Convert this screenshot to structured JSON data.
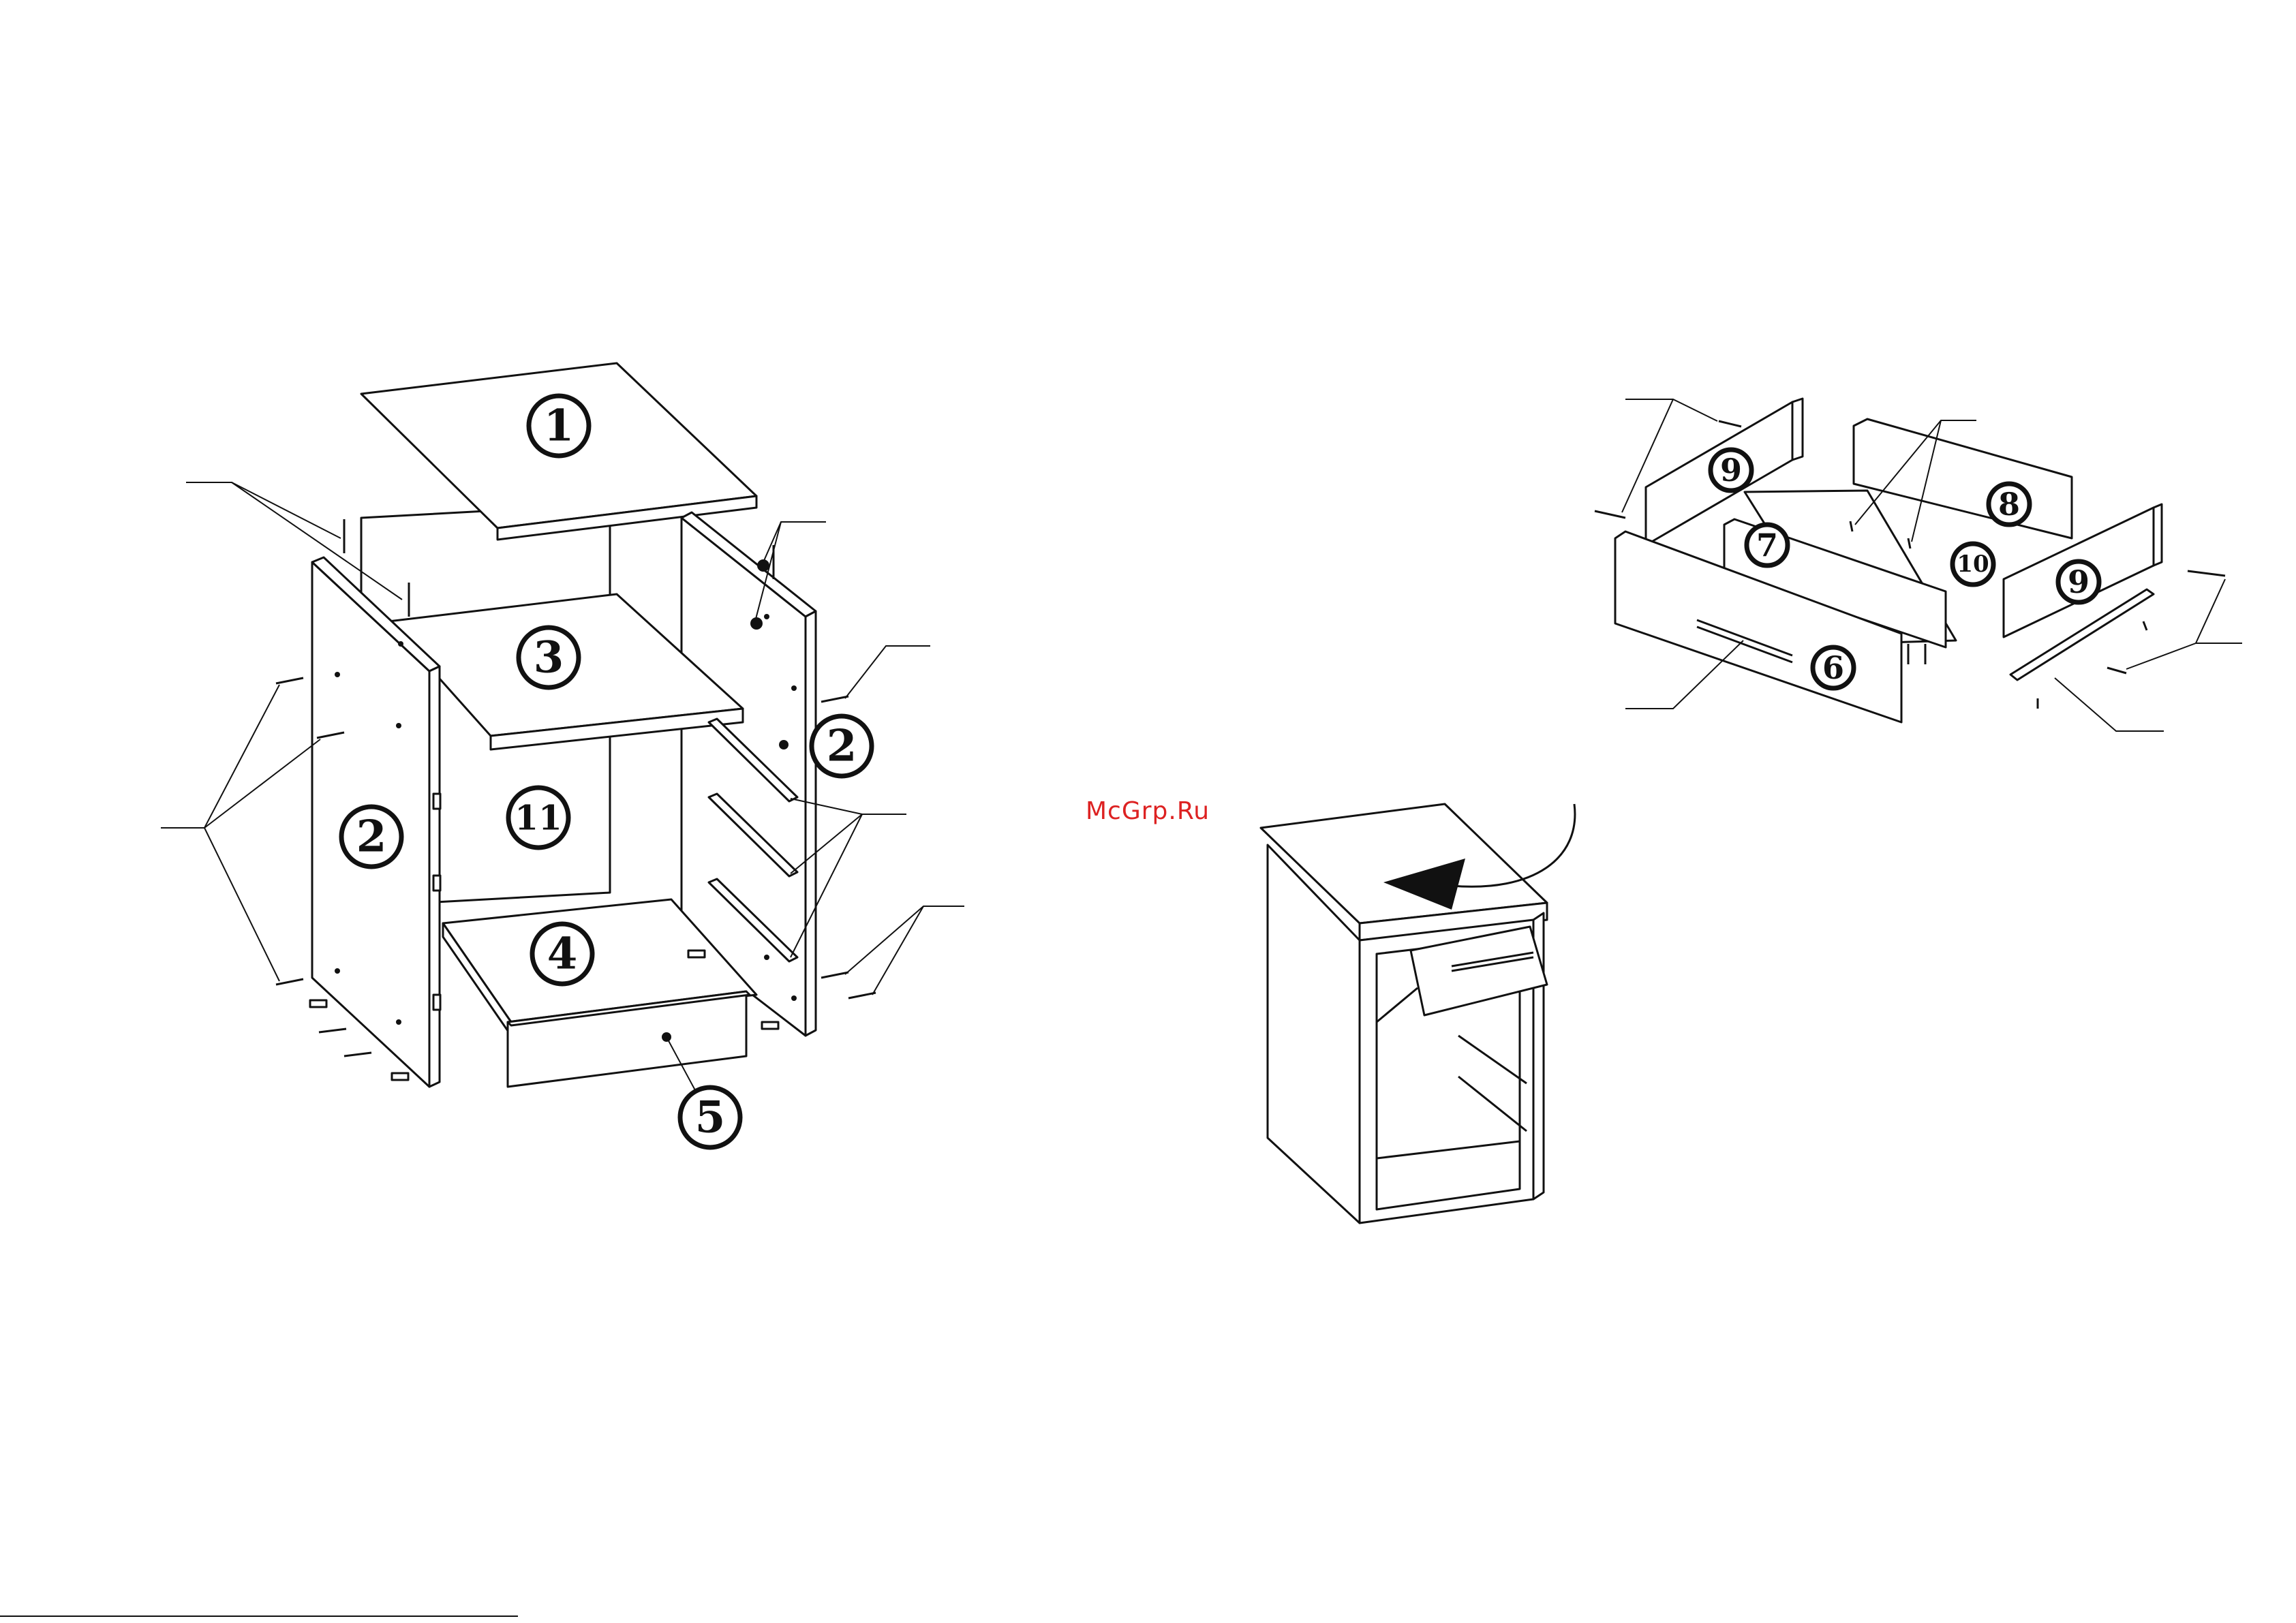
{
  "watermark": "McGrp.Ru",
  "parts": {
    "p1": "1",
    "p2_left": "2",
    "p2_right": "2",
    "p3": "3",
    "p4": "4",
    "p5": "5",
    "p6": "6",
    "p7": "7",
    "p8": "8",
    "p9_left": "9",
    "p9_right": "9",
    "p10": "10",
    "p11": "11"
  },
  "colors": {
    "ink": "#111111",
    "watermark": "#dd2222",
    "paper": "#ffffff"
  }
}
